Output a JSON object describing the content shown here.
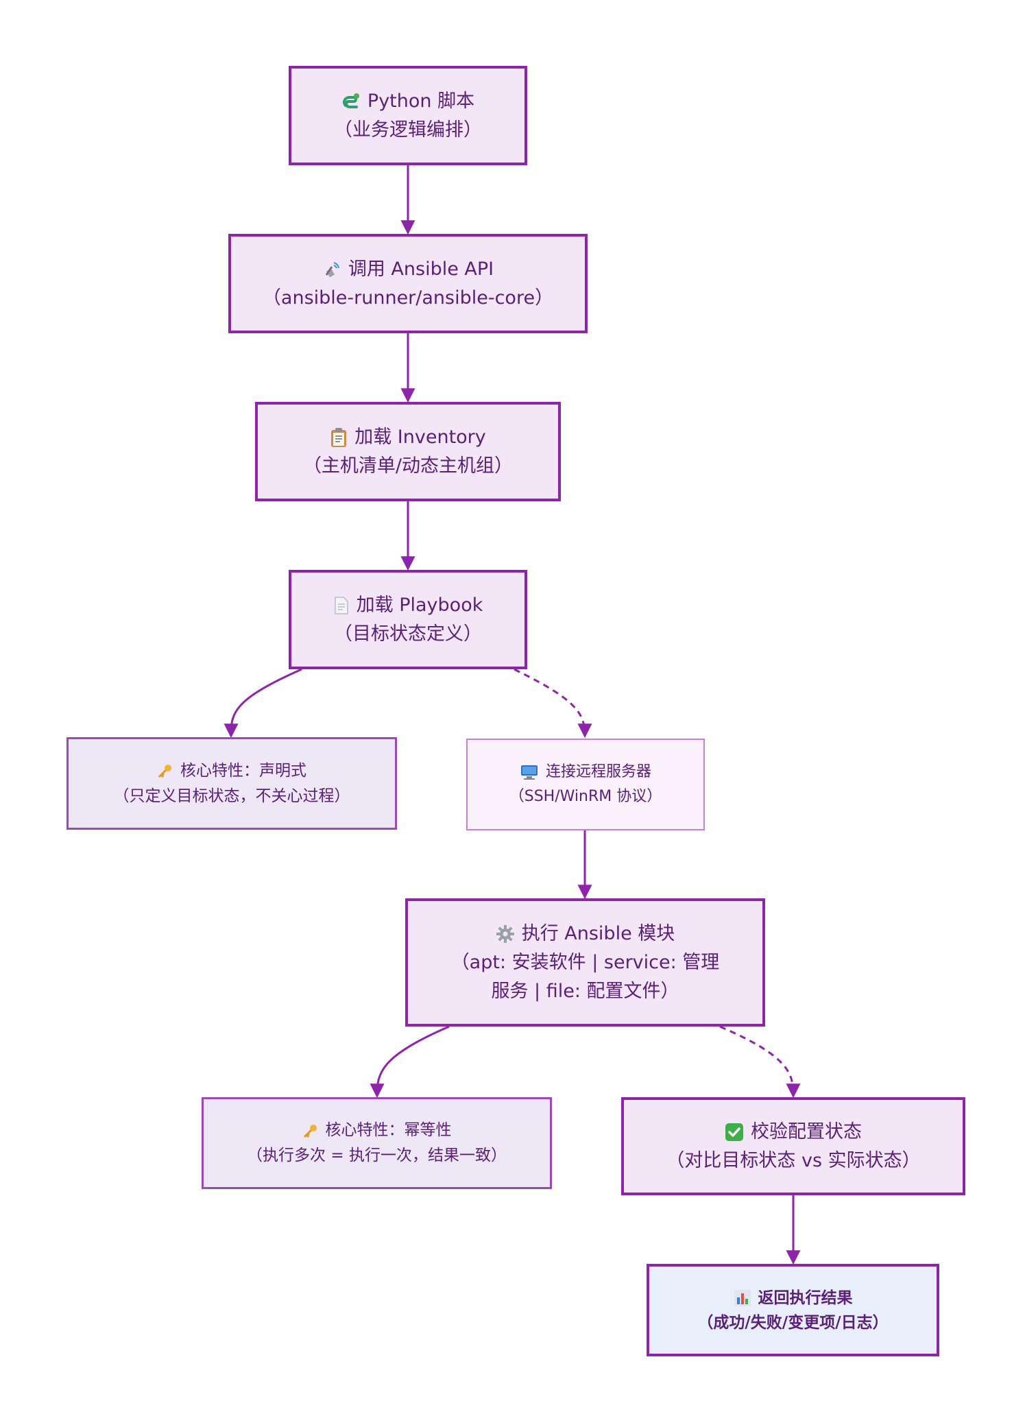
{
  "nodes": {
    "python": {
      "icon": "snake-icon",
      "line1": "Python 脚本",
      "line2": "（业务逻辑编排）"
    },
    "api": {
      "icon": "satellite-icon",
      "line1": "调用 Ansible API",
      "line2": "（ansible-runner/ansible-core）"
    },
    "inventory": {
      "icon": "clipboard-icon",
      "line1": "加载 Inventory",
      "line2": "（主机清单/动态主机组）"
    },
    "playbook": {
      "icon": "document-icon",
      "line1": "加载 Playbook",
      "line2": "（目标状态定义）"
    },
    "declarative": {
      "icon": "key-icon",
      "line1": "核心特性：声明式",
      "line2": "（只定义目标状态，不关心过程）"
    },
    "connect": {
      "icon": "computer-icon",
      "line1": "连接远程服务器",
      "line2": "（SSH/WinRM 协议）"
    },
    "modules": {
      "icon": "gear-icon",
      "line1": "执行 Ansible 模块",
      "line2": "（apt: 安装软件 | service: 管理",
      "line3": "服务 | file: 配置文件）"
    },
    "idempotent": {
      "icon": "key-icon",
      "line1": "核心特性：幂等性",
      "line2": "（执行多次 = 执行一次，结果一致）"
    },
    "verify": {
      "icon": "check-icon",
      "line1": "校验配置状态",
      "line2": "（对比目标状态 vs 实际状态）"
    },
    "result": {
      "icon": "bar-chart-icon",
      "line1": "返回执行结果",
      "line2": "（成功/失败/变更项/日志）"
    }
  },
  "colors": {
    "edge": "#8e24aa",
    "node_border": "#8e24aa",
    "node_text": "#5a1f78"
  }
}
